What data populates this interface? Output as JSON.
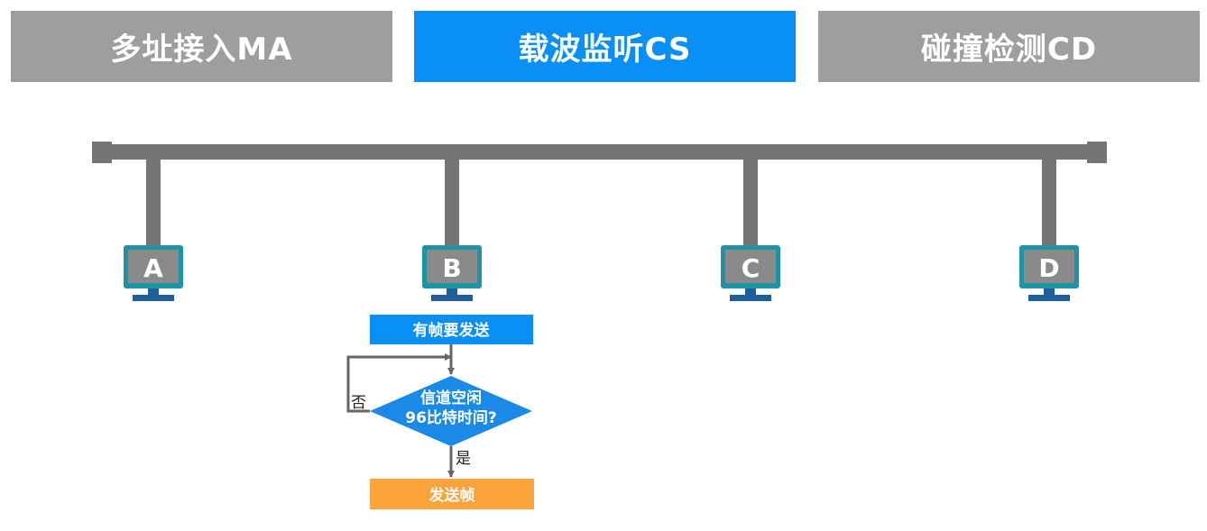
{
  "tabs": [
    {
      "label": "多址接入MA",
      "state": "inactive"
    },
    {
      "label": "载波监听CS",
      "state": "active"
    },
    {
      "label": "碰撞检测CD",
      "state": "inactive"
    }
  ],
  "colors": {
    "tab_inactive": "#9e9e9e",
    "tab_active": "#0a8ff5",
    "bus": "#757575",
    "computer_frame": "#1d93a6",
    "computer_screen": "#8a8a8a",
    "computer_base": "#1e5f9a",
    "flow_process": "#0a8ff5",
    "flow_decision": "#1a8ae6",
    "flow_end": "#f9a33a",
    "flow_arrow": "#666666"
  },
  "stations": [
    "A",
    "B",
    "C",
    "D"
  ],
  "flowchart": {
    "start": "有帧要发送",
    "decision_line1": "信道空闲",
    "decision_line2": "96比特时间?",
    "no_label": "否",
    "yes_label": "是",
    "end": "发送帧"
  }
}
